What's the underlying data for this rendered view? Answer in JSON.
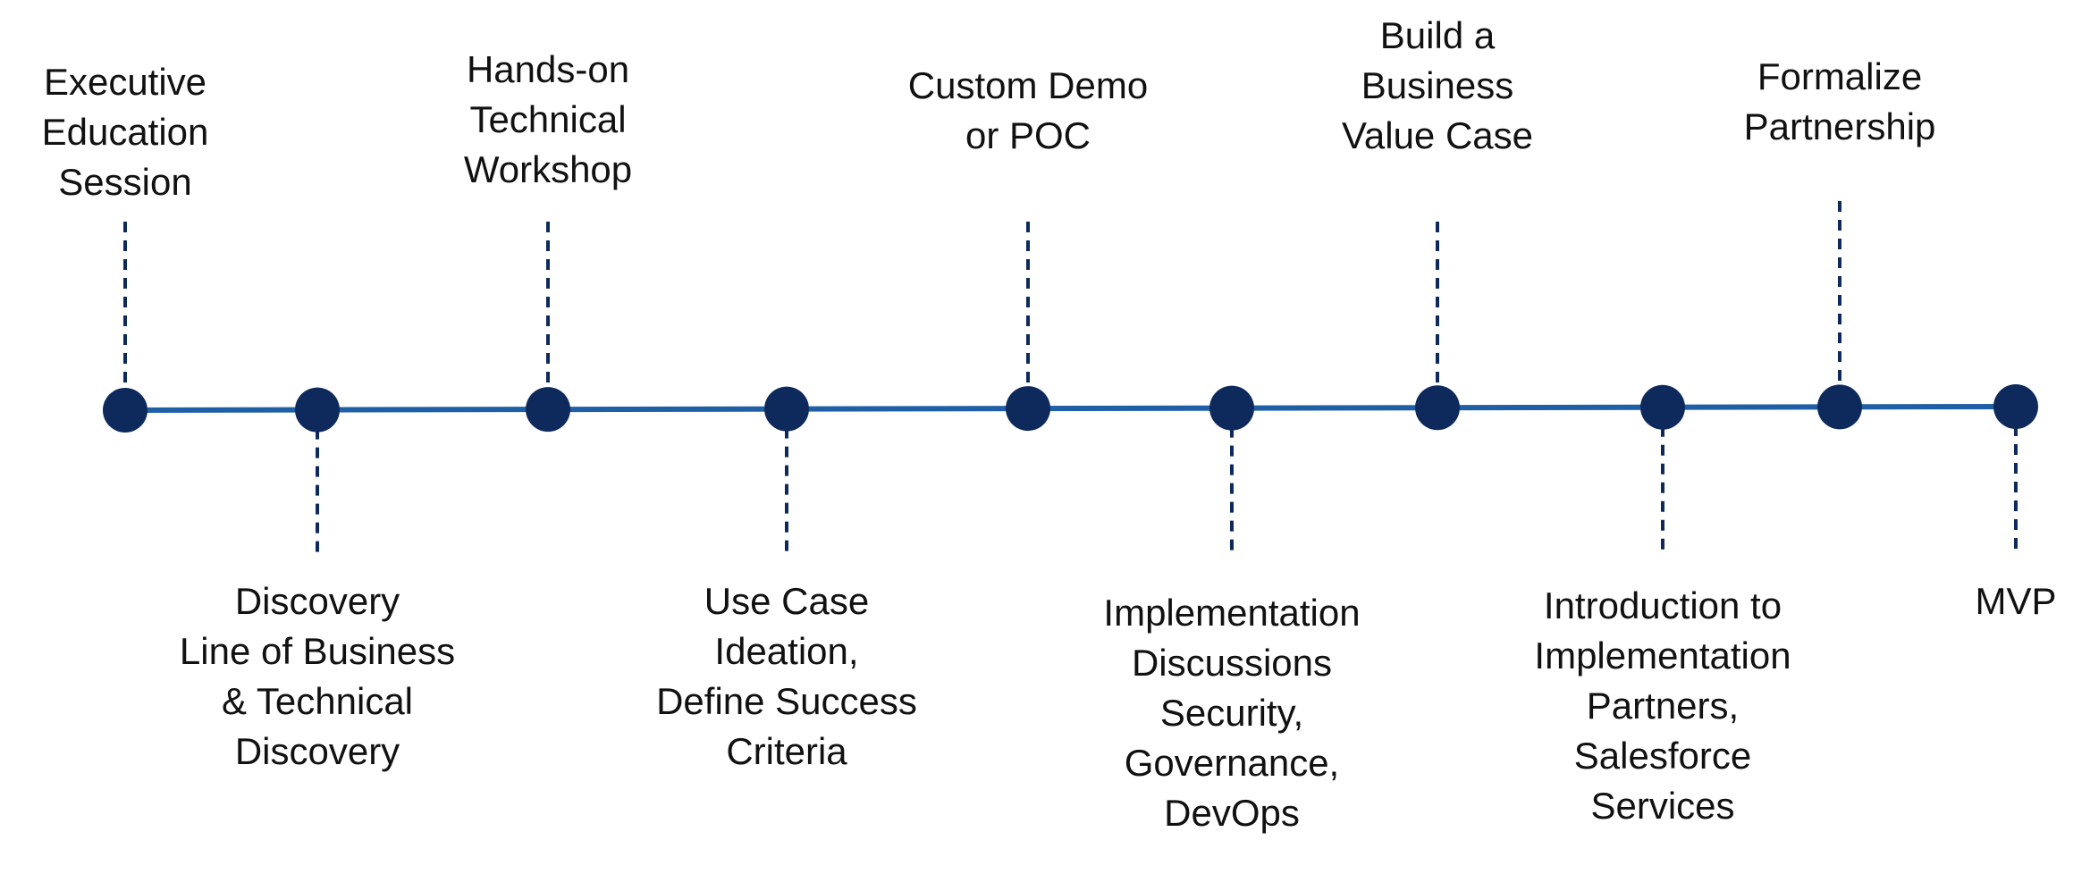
{
  "colors": {
    "line": "#1f5fa6",
    "node": "#0e2a5c",
    "connector": "#0e2a5c",
    "text": "#111111"
  },
  "milestones": [
    {
      "label": "Executive\nEducation\nSession",
      "position": "above"
    },
    {
      "label": "Discovery\nLine of Business\n& Technical\nDiscovery",
      "position": "below"
    },
    {
      "label": "Hands-on\nTechnical\nWorkshop",
      "position": "above"
    },
    {
      "label": "Use Case\nIdeation,\nDefine Success\nCriteria",
      "position": "below"
    },
    {
      "label": "Custom Demo\nor  POC",
      "position": "above"
    },
    {
      "label": "Implementation\nDiscussions\nSecurity,\nGovernance,\nDevOps",
      "position": "below"
    },
    {
      "label": "Build a\nBusiness\nValue Case",
      "position": "above"
    },
    {
      "label": "Introduction to\nImplementation\nPartners,\nSalesforce\nServices",
      "position": "below"
    },
    {
      "label": "Formalize\nPartnership",
      "position": "above"
    },
    {
      "label": "MVP",
      "position": "below"
    }
  ]
}
